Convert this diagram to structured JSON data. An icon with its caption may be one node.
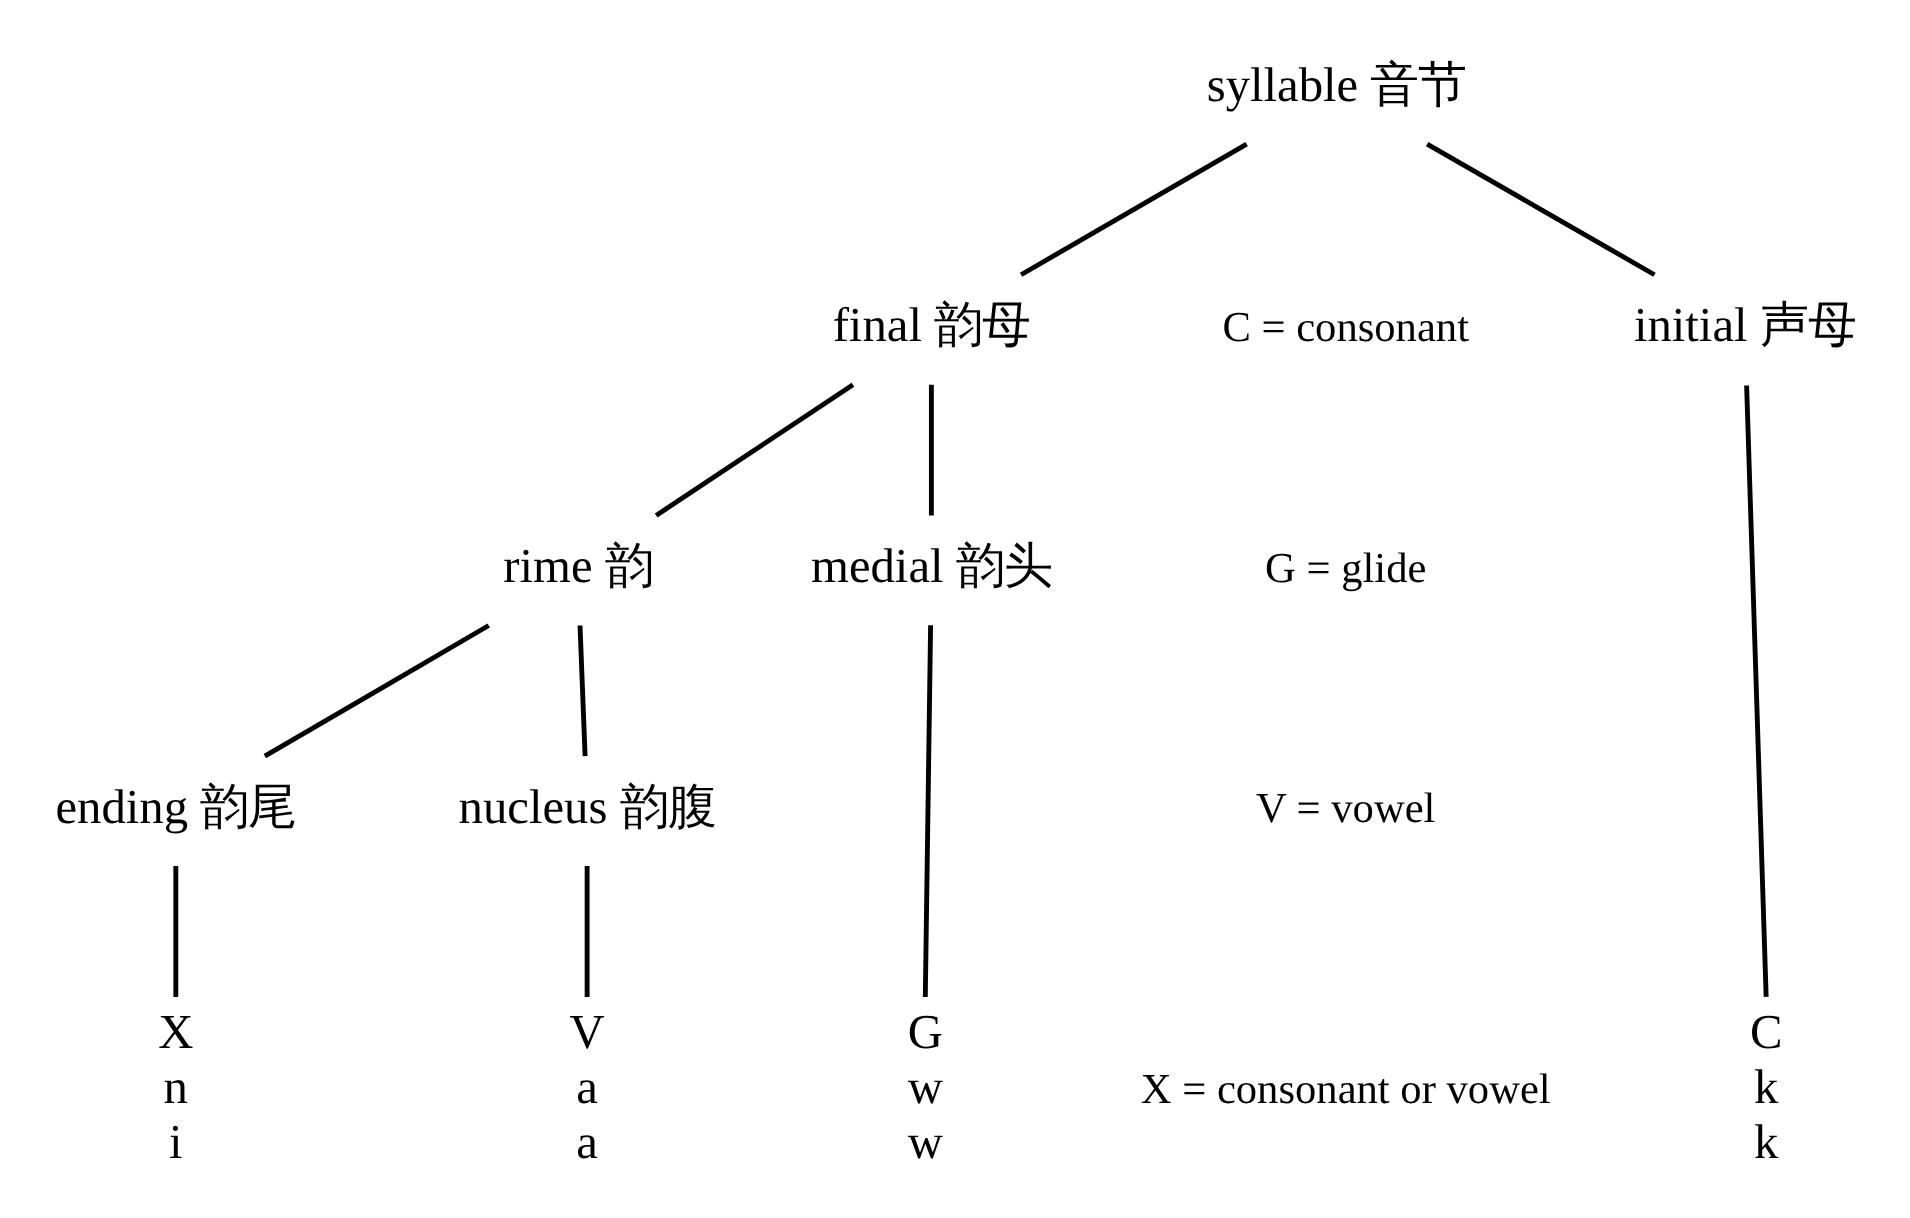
{
  "diagram": {
    "nodes": [
      {
        "text": [
          "syllable 音节"
        ]
      },
      {
        "text": [
          "initial 声母"
        ]
      },
      {
        "text": [
          "final 韵母"
        ]
      },
      {
        "text": [
          "medial 韵头"
        ]
      },
      {
        "text": [
          "rime 韵"
        ]
      },
      {
        "text": [
          "nucleus 韵腹"
        ]
      },
      {
        "text": [
          "ending 韵尾"
        ]
      },
      {
        "text": [
          "C",
          "k",
          "k"
        ]
      },
      {
        "text": [
          "G",
          "w",
          "w"
        ]
      },
      {
        "text": [
          "V",
          "a",
          "a"
        ]
      },
      {
        "text": [
          "X",
          "n",
          "i"
        ]
      }
    ],
    "edges": [
      {
        "from": 0,
        "to": 1,
        "arrow": "none"
      },
      {
        "from": 0,
        "to": 2,
        "arrow": "none"
      },
      {
        "from": 1,
        "to": 7,
        "arrow": "none"
      },
      {
        "from": 2,
        "to": 3,
        "arrow": "none"
      },
      {
        "from": 2,
        "to": 4,
        "arrow": "none"
      },
      {
        "from": 3,
        "to": 8,
        "arrow": "none"
      },
      {
        "from": 4,
        "to": 5,
        "arrow": "none"
      },
      {
        "from": 4,
        "to": 6,
        "arrow": "none"
      },
      {
        "from": 5,
        "to": 9,
        "arrow": "none"
      },
      {
        "from": 6,
        "to": 10,
        "arrow": "none"
      }
    ],
    "labels": [
      "C = consonant",
      "G = glide",
      "V = vowel",
      "X = consonant or vowel"
    ]
  }
}
